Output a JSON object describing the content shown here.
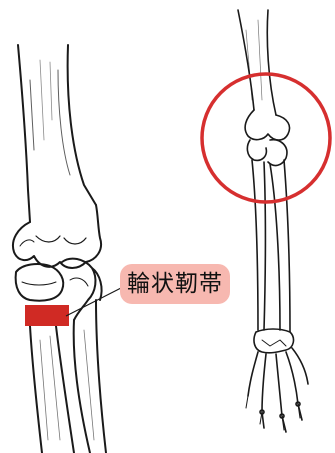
{
  "figure": {
    "description_language": "ja",
    "callout_label": "輪状靭帯",
    "colors": {
      "ligament_band": "#d02a24",
      "callout_fill": "#f7b8b0",
      "highlight_circle": "#d62f2f",
      "bone_outline": "#1a1a1a",
      "background": "#ffffff"
    },
    "icons": [
      "elbow-joint-closeup",
      "arm-skeleton",
      "ligament-band",
      "highlight-circle"
    ]
  }
}
